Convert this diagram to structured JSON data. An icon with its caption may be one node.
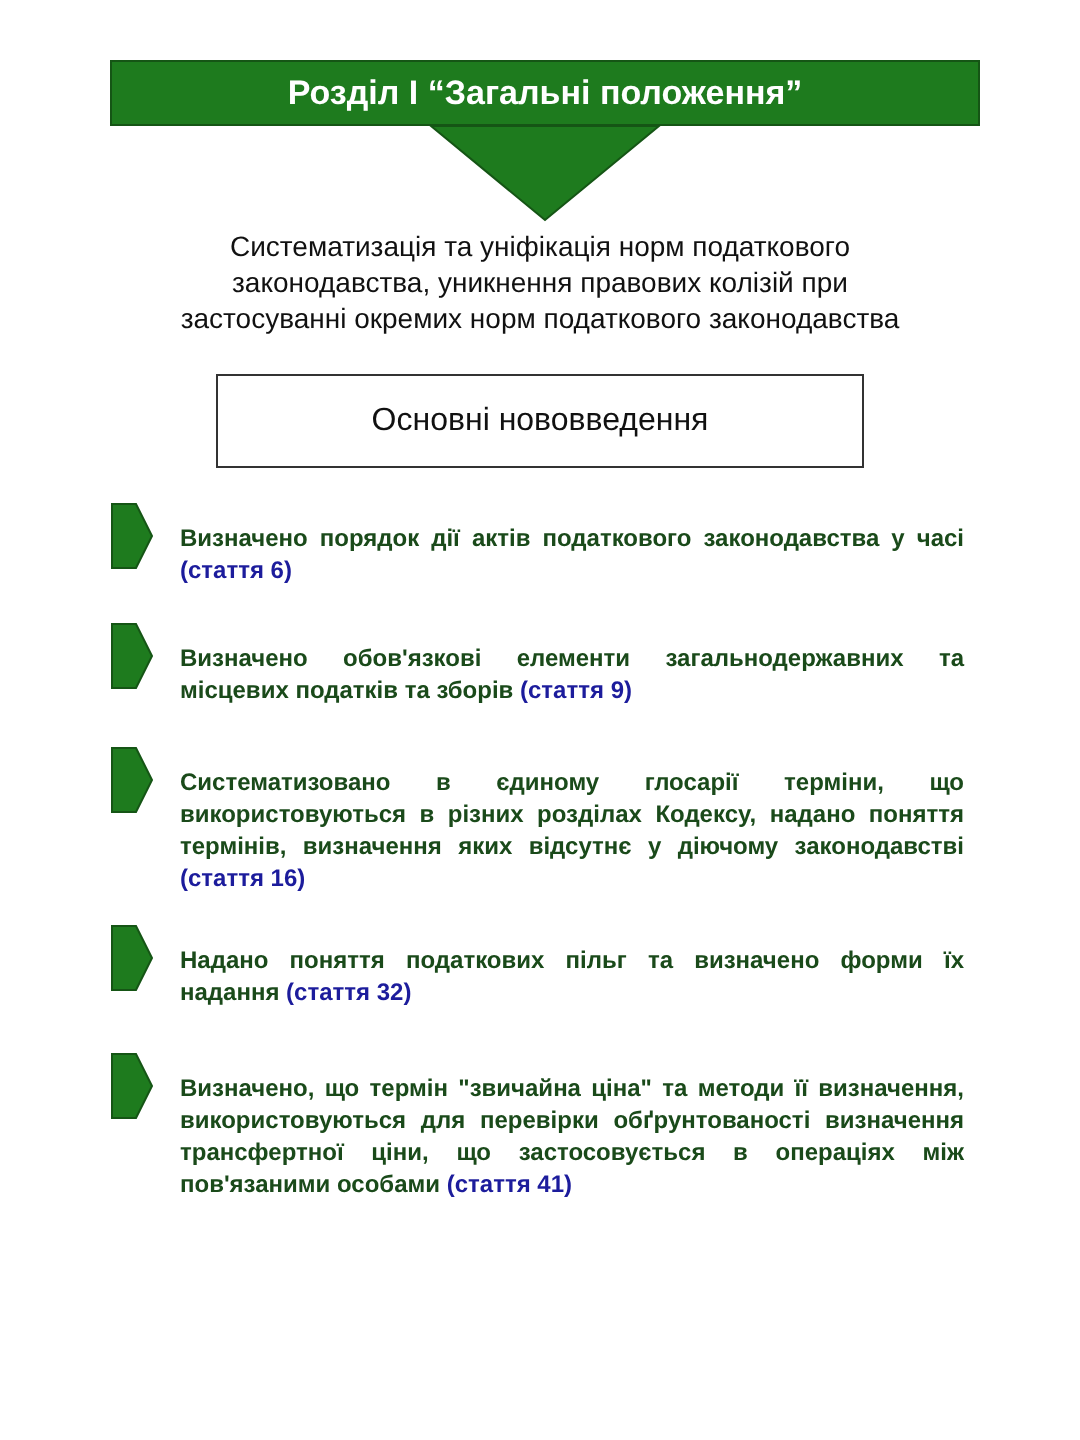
{
  "diagram": {
    "nodes": [
      {
        "text": [
          "Розділ І “Загальні положення”"
        ]
      },
      {
        "text": [
          "Систематизація та уніфікація норм податкового законодавства, уникнення правових колізій при застосуванні окремих норм податкового законодавства"
        ]
      },
      {
        "text": [
          "Основні нововведення"
        ]
      },
      {
        "text": [
          "Визначено порядок дії актів податкового законодавства у часі",
          "(стаття 6)"
        ]
      },
      {
        "text": [
          "Визначено обов'язкові елементи загальнодержавних та місцевих податків та зборів",
          "(стаття 9)"
        ]
      },
      {
        "text": [
          "Систематизовано в єдиному глосарії терміни, що використовуються в різних розділах Кодексу, надано поняття термінів, визначення яких відсутнє у діючому законодавстві",
          "(стаття 16)"
        ]
      },
      {
        "text": [
          "Надано поняття податкових пільг та визначено форми їх надання",
          "(стаття 32)"
        ]
      },
      {
        "text": [
          "Визначено, що термін \"звичайна ціна\" та методи її визначення, використовуються для перевірки обґрунтованості визначення трансфертної ціни, що застосовується в операціях між пов'язаними особами",
          "(стаття 41)"
        ]
      }
    ],
    "edges": [
      {
        "from": 0,
        "to": 1,
        "arrow": "to"
      },
      {
        "from": null,
        "to": 3,
        "arrow": "to"
      },
      {
        "from": null,
        "to": 4,
        "arrow": "to"
      },
      {
        "from": null,
        "to": 5,
        "arrow": "to"
      },
      {
        "from": null,
        "to": 6,
        "arrow": "to"
      },
      {
        "from": null,
        "to": 7,
        "arrow": "to"
      }
    ]
  }
}
